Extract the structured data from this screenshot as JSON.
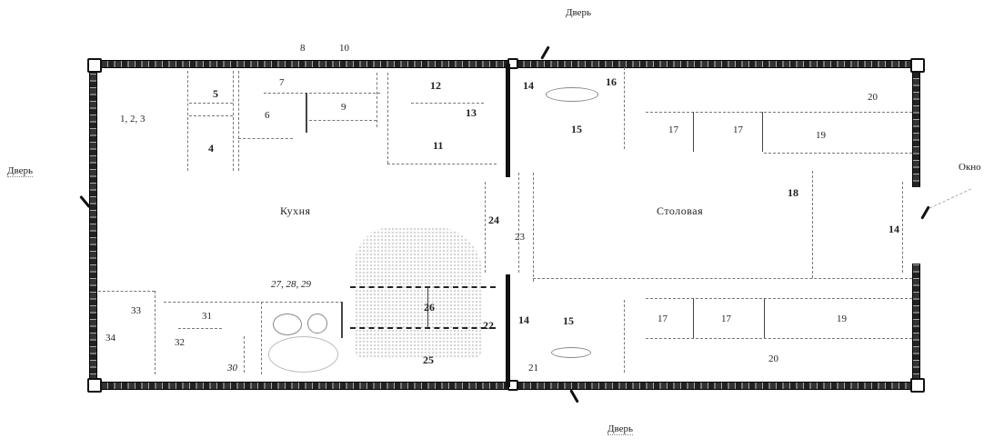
{
  "plan": {
    "rooms": {
      "kitchen": "Кухня",
      "dining": "Столовая"
    },
    "callouts": {
      "door_top": "Дверь",
      "door_left": "Дверь",
      "door_bottom": "Дверь",
      "window_right": "Окно"
    },
    "labels": {
      "l_123": "1, 2, 3",
      "l_4": "4",
      "l_5": "5",
      "l_6": "6",
      "l_7": "7",
      "l_8": "8",
      "l_9": "9",
      "l_10top": "10",
      "l_11": "11",
      "l_12": "12",
      "l_13": "13",
      "l_14_topmid": "14",
      "l_15_top": "15",
      "l_16": "16",
      "l_17a": "17",
      "l_17b": "17",
      "l_19_top": "19",
      "l_20_top": "20",
      "l_18": "18",
      "l_14_right": "14",
      "l_24": "24",
      "l_23": "23",
      "l_22": "22",
      "l_26": "26",
      "l_25": "25",
      "l_272829": "27, 28, 29",
      "l_33": "33",
      "l_34": "34",
      "l_31": "31",
      "l_32": "32",
      "l_30": "30",
      "l_14_botmid": "14",
      "l_15_bot": "15",
      "l_21": "21",
      "l_17c": "17",
      "l_17d": "17",
      "l_19_bot": "19",
      "l_20_bot": "20"
    }
  }
}
